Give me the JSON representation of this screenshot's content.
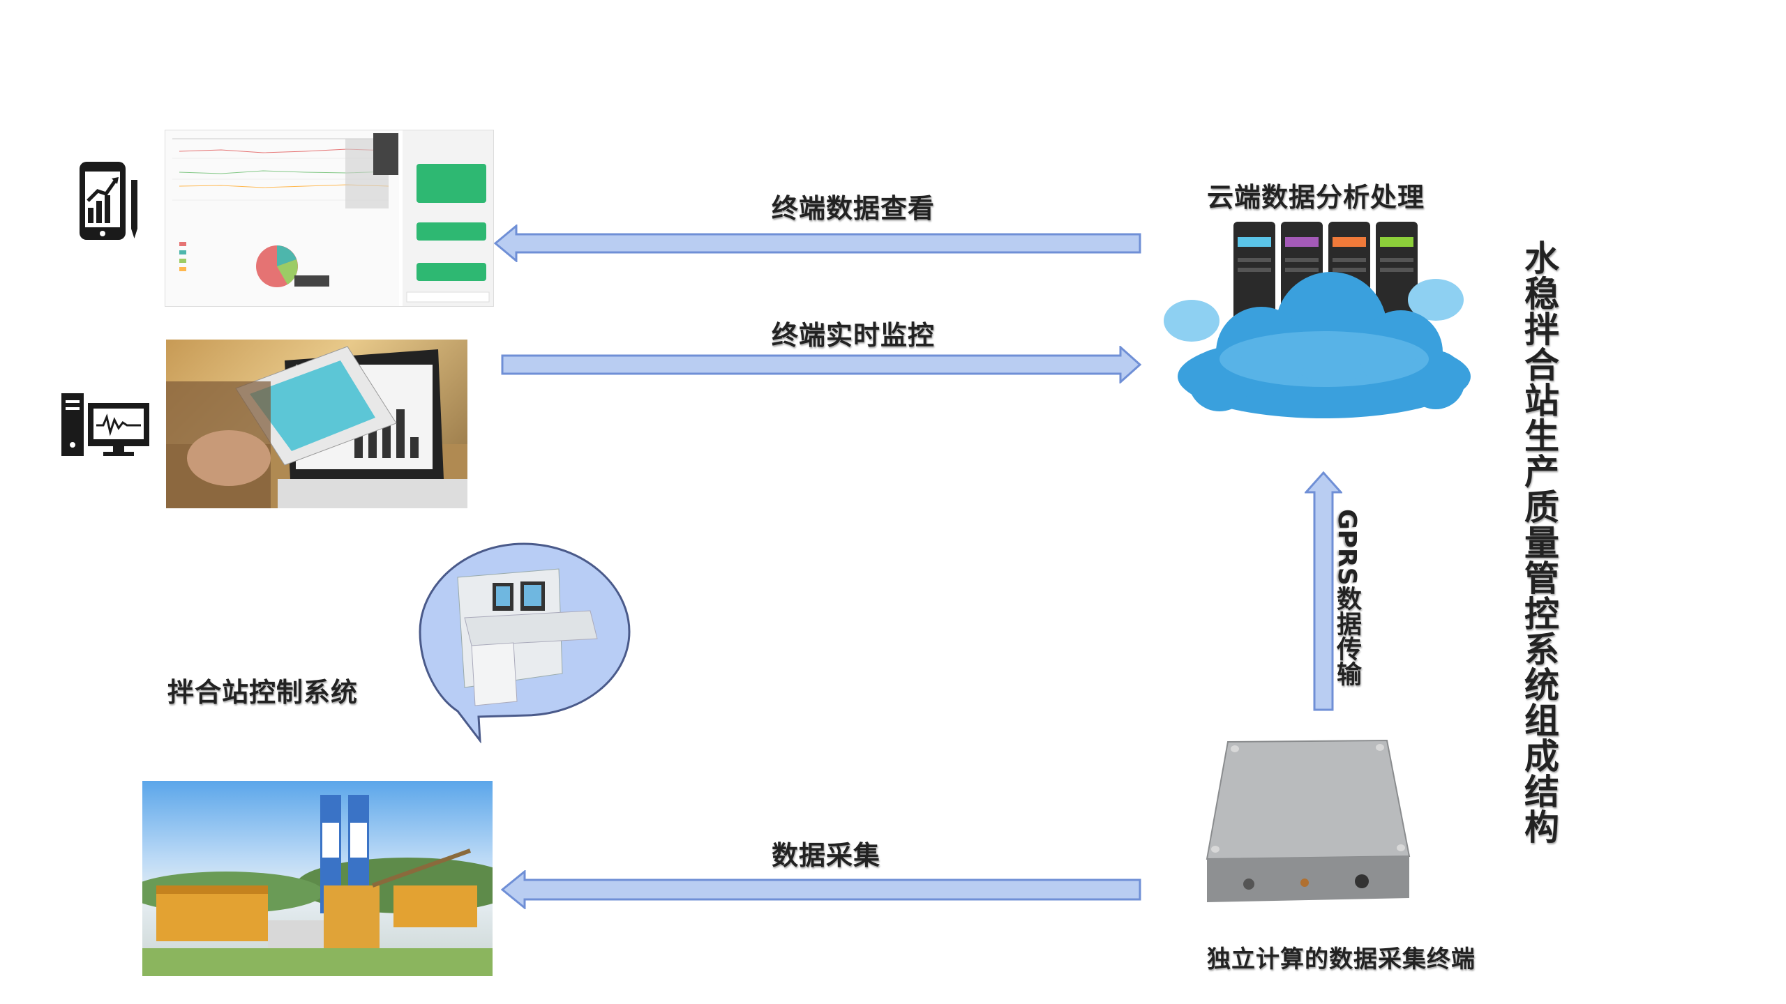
{
  "labels": {
    "terminal_view": "终端数据查看",
    "terminal_monitor": "终端实时监控",
    "cloud": "云端数据分析处理",
    "gprs": "GPRS数据传输",
    "control_system": "拌合站控制系统",
    "data_collect": "数据采集",
    "collector": "独立计算的数据采集终端",
    "system_title": "水稳拌合站生产质量管控系统组成结构"
  },
  "colors": {
    "arrow_fill": "#b9cdf2",
    "arrow_stroke": "#6f8fd6",
    "bubble_fill": "#b8cdf5",
    "cloud": "#3aa0dd",
    "icon_dark": "#1a1a1a"
  },
  "icons": [
    "tablet-chart-icon",
    "desktop-monitor-icon"
  ]
}
